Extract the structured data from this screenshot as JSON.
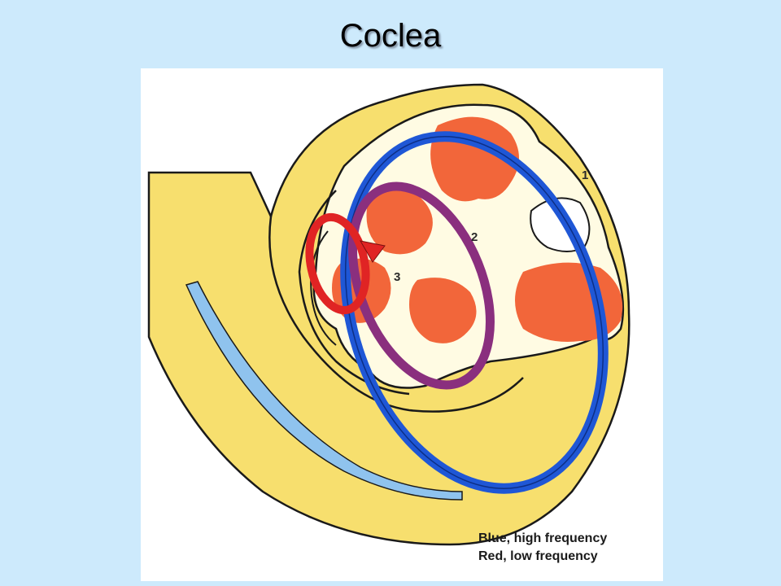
{
  "title": "Coclea",
  "labels": {
    "turn1": "1",
    "turn2": "2",
    "turn3": "3"
  },
  "legend": {
    "line1": "Blue, high frequency",
    "line2": "Red, low frequency"
  },
  "colors": {
    "background": "#cdeafc",
    "bone": "#f7df6e",
    "fluid": "#fffbe3",
    "duct": "#f2663a",
    "blue_ribbon": "#1f57d6",
    "purple_ribbon": "#8a2f7e",
    "red_ribbon": "#e02424"
  }
}
